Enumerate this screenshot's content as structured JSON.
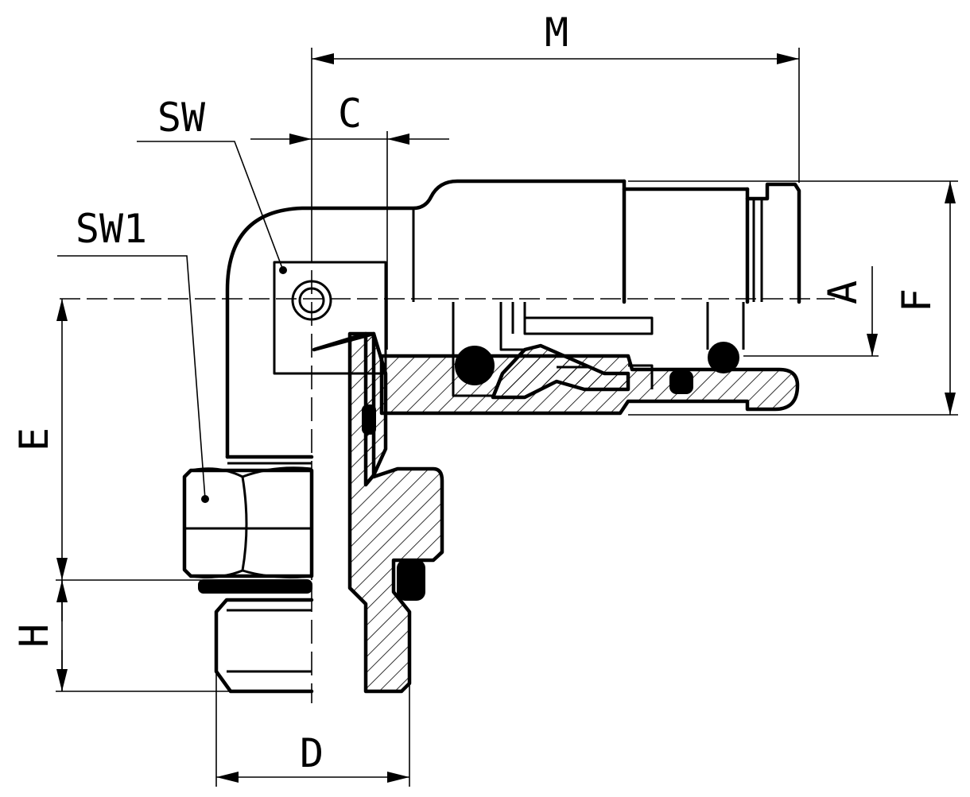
{
  "diagram": {
    "labels": {
      "m": "M",
      "c": "C",
      "sw": "SW",
      "sw1": "SW1",
      "a": "A",
      "f": "F",
      "e": "E",
      "h": "H",
      "d": "D"
    },
    "colors": {
      "line": "#000000",
      "background": "#ffffff"
    }
  }
}
